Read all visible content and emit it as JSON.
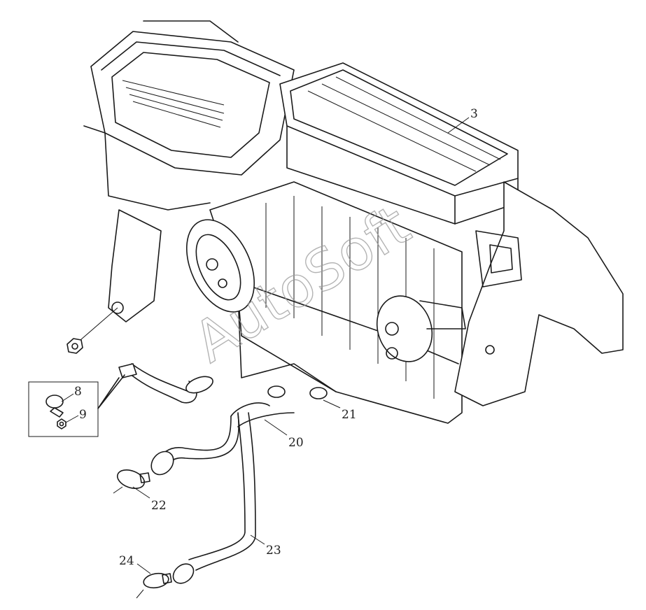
{
  "callouts": [
    {
      "id": "3",
      "label": "3"
    },
    {
      "id": "8",
      "label": "8"
    },
    {
      "id": "9",
      "label": "9"
    },
    {
      "id": "20",
      "label": "20"
    },
    {
      "id": "21",
      "label": "21"
    },
    {
      "id": "22",
      "label": "22"
    },
    {
      "id": "23",
      "label": "23"
    },
    {
      "id": "24",
      "label": "24"
    }
  ],
  "watermark": "AutoSoft"
}
